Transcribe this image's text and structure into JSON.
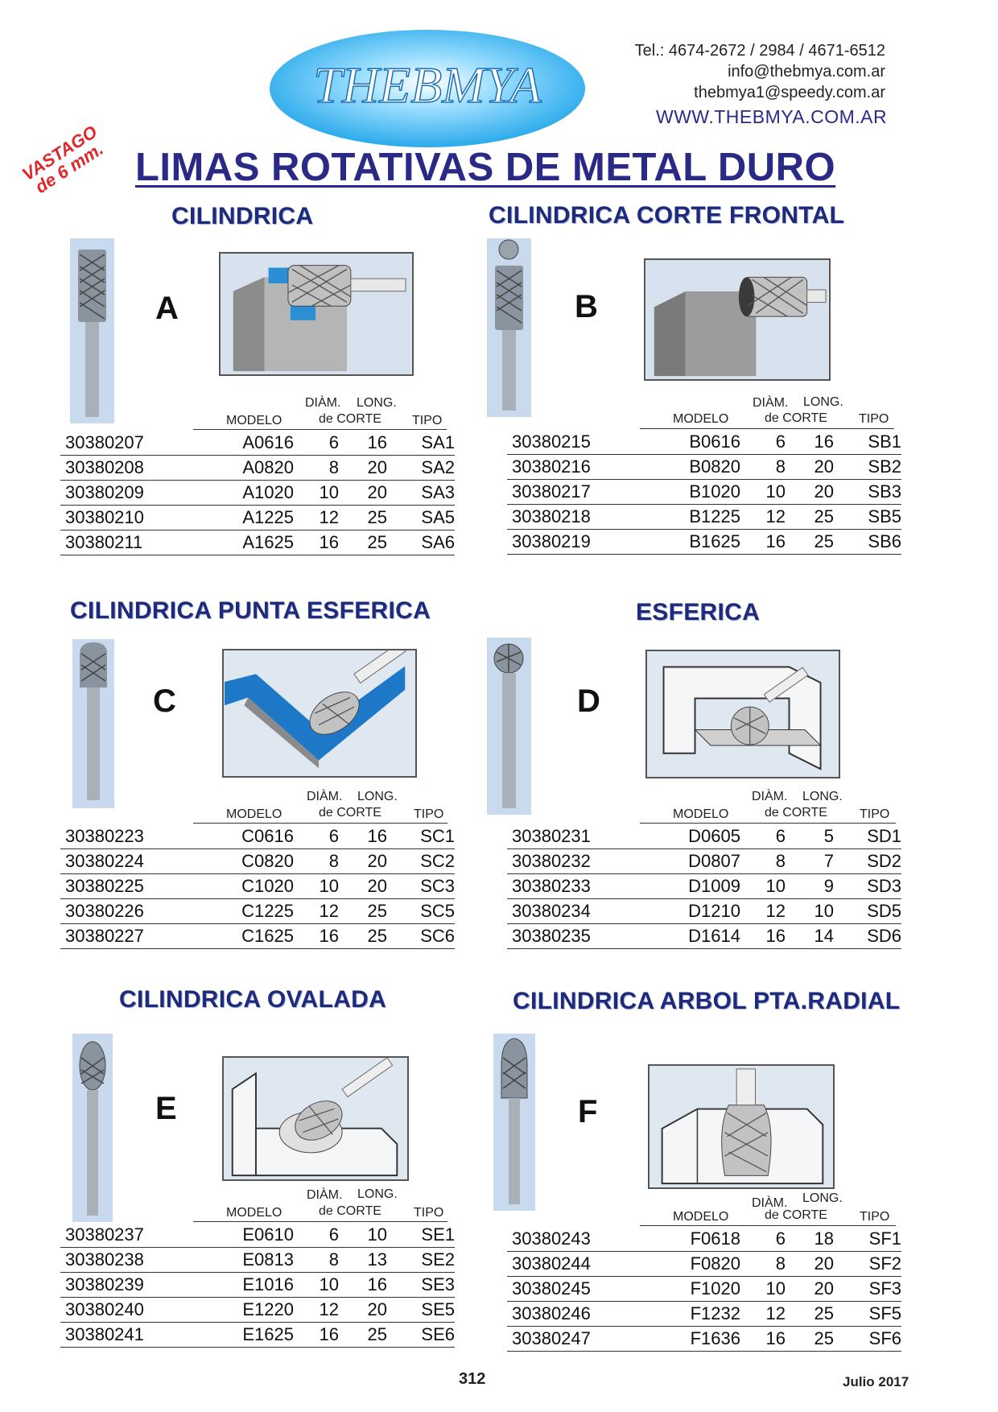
{
  "header": {
    "brand": "THEBMYA",
    "contact": [
      "Tel.: 4674-2672 / 2984 / 4671-6512",
      "info@thebmya.com.ar",
      "thebmya1@speedy.com.ar"
    ],
    "website": "WWW.THEBMYA.COM.AR",
    "title": "LIMAS ROTATIVAS DE METAL DURO",
    "badge_line1": "VASTAGO",
    "badge_line2": "de 6 mm."
  },
  "table_headers": {
    "modelo": "MODELO",
    "diam": "DIÀM.",
    "long": "LONG.",
    "de_corte": "de CORTE",
    "tipo": "TIPO"
  },
  "sections": [
    {
      "title": "CILINDRICA",
      "letter": "A",
      "rows": [
        [
          "30380207",
          "A0616",
          "6",
          "16",
          "SA1"
        ],
        [
          "30380208",
          "A0820",
          "8",
          "20",
          "SA2"
        ],
        [
          "30380209",
          "A1020",
          "10",
          "20",
          "SA3"
        ],
        [
          "30380210",
          "A1225",
          "12",
          "25",
          "SA5"
        ],
        [
          "30380211",
          "A1625",
          "16",
          "25",
          "SA6"
        ]
      ]
    },
    {
      "title": "CILINDRICA  CORTE FRONTAL",
      "letter": "B",
      "rows": [
        [
          "30380215",
          "B0616",
          "6",
          "16",
          "SB1"
        ],
        [
          "30380216",
          "B0820",
          "8",
          "20",
          "SB2"
        ],
        [
          "30380217",
          "B1020",
          "10",
          "20",
          "SB3"
        ],
        [
          "30380218",
          "B1225",
          "12",
          "25",
          "SB5"
        ],
        [
          "30380219",
          "B1625",
          "16",
          "25",
          "SB6"
        ]
      ]
    },
    {
      "title": "CILINDRICA PUNTA ESFERICA",
      "letter": "C",
      "rows": [
        [
          "30380223",
          "C0616",
          "6",
          "16",
          "SC1"
        ],
        [
          "30380224",
          "C0820",
          "8",
          "20",
          "SC2"
        ],
        [
          "30380225",
          "C1020",
          "10",
          "20",
          "SC3"
        ],
        [
          "30380226",
          "C1225",
          "12",
          "25",
          "SC5"
        ],
        [
          "30380227",
          "C1625",
          "16",
          "25",
          "SC6"
        ]
      ]
    },
    {
      "title": "ESFERICA",
      "letter": "D",
      "rows": [
        [
          "30380231",
          "D0605",
          "6",
          "5",
          "SD1"
        ],
        [
          "30380232",
          "D0807",
          "8",
          "7",
          "SD2"
        ],
        [
          "30380233",
          "D1009",
          "10",
          "9",
          "SD3"
        ],
        [
          "30380234",
          "D1210",
          "12",
          "10",
          "SD5"
        ],
        [
          "30380235",
          "D1614",
          "16",
          "14",
          "SD6"
        ]
      ]
    },
    {
      "title": "CILINDRICA OVALADA",
      "letter": "E",
      "rows": [
        [
          "30380237",
          "E0610",
          "6",
          "10",
          "SE1"
        ],
        [
          "30380238",
          "E0813",
          "8",
          "13",
          "SE2"
        ],
        [
          "30380239",
          "E1016",
          "10",
          "16",
          "SE3"
        ],
        [
          "30380240",
          "E1220",
          "12",
          "20",
          "SE5"
        ],
        [
          "30380241",
          "E1625",
          "16",
          "25",
          "SE6"
        ]
      ]
    },
    {
      "title": "CILINDRICA ARBOL PTA.RADIAL",
      "letter": "F",
      "rows": [
        [
          "30380243",
          "F0618",
          "6",
          "18",
          "SF1"
        ],
        [
          "30380244",
          "F0820",
          "8",
          "20",
          "SF2"
        ],
        [
          "30380245",
          "F1020",
          "10",
          "20",
          "SF3"
        ],
        [
          "30380246",
          "F1232",
          "12",
          "25",
          "SF5"
        ],
        [
          "30380247",
          "F1636",
          "16",
          "25",
          "SF6"
        ]
      ]
    }
  ],
  "footer": {
    "page": "312",
    "date": "Julio 2017"
  }
}
